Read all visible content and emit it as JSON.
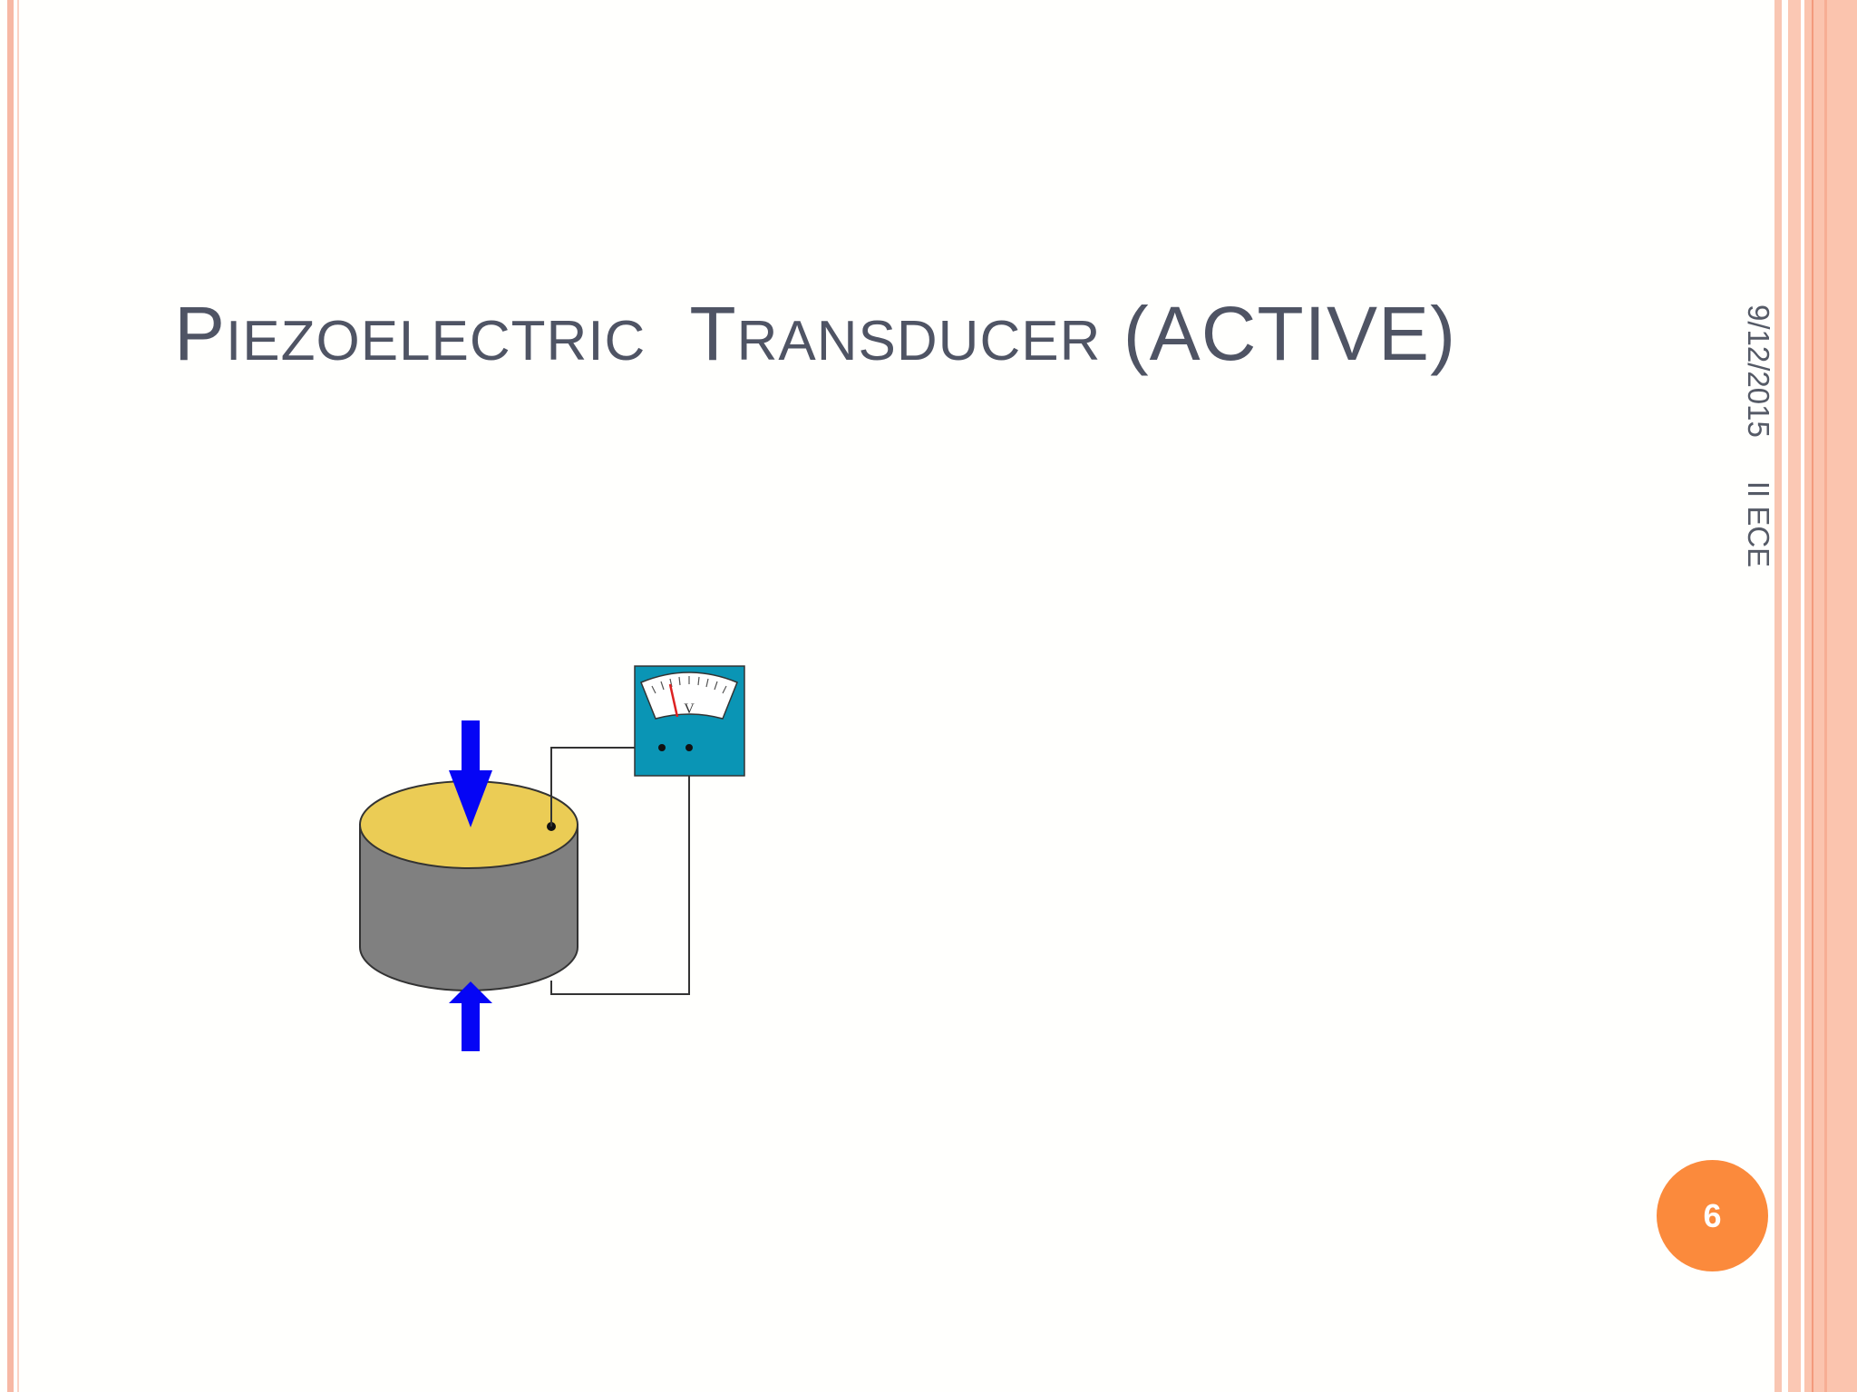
{
  "slide": {
    "title_parts": [
      {
        "text": "P",
        "style": "cap"
      },
      {
        "text": "IEZOELECTRIC",
        "style": "sc"
      },
      {
        "text": "T",
        "style": "cap"
      },
      {
        "text": "RANSDUCER",
        "style": "sc"
      },
      {
        "text": "(ACTIVE)",
        "style": "cap"
      }
    ],
    "date": "9/12/2015",
    "footer": "II ECE",
    "page_number": "6",
    "diagram": {
      "meter_label": "V"
    }
  },
  "colors": {
    "title": "#4f5464",
    "badge": "#fb8a3c",
    "border_pink": "#fbc4ae",
    "meter_box": "#0a95b5",
    "crystal_top": "#ebcc55",
    "crystal_body": "#808080",
    "force_arrow": "#0505f5"
  },
  "icons": [
    "force-arrow-down-icon",
    "force-arrow-up-icon",
    "voltmeter-icon"
  ]
}
